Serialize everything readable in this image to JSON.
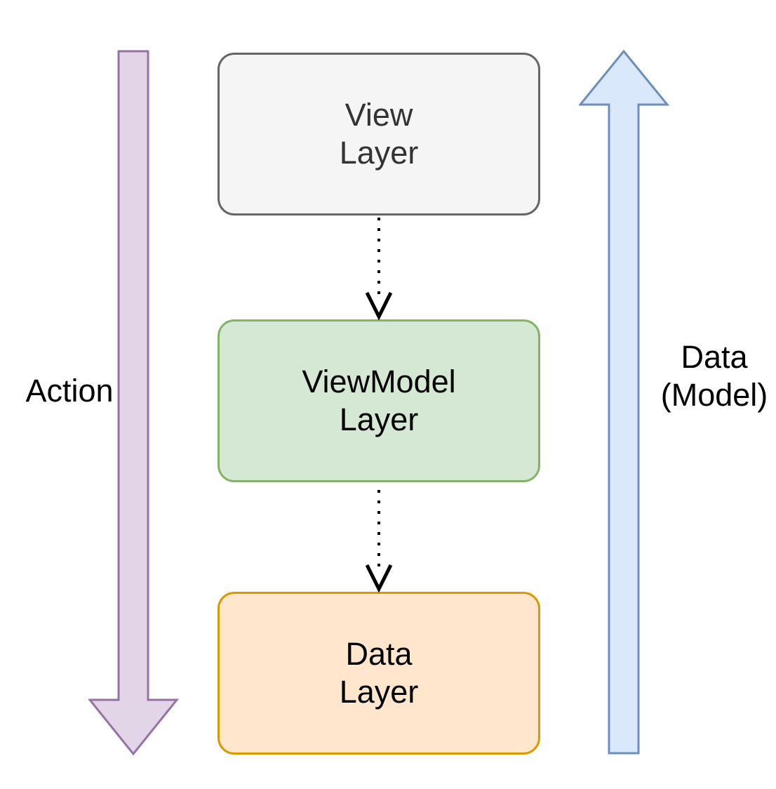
{
  "diagram": {
    "background": "#ffffff",
    "boxes": [
      {
        "name": "view-layer",
        "label": "View\nLayer",
        "fill": "#f5f5f5",
        "stroke": "#666666",
        "text_color": "#333333"
      },
      {
        "name": "viewmodel-layer",
        "label": "ViewModel\nLayer",
        "fill": "#d5e8d4",
        "stroke": "#82b366",
        "text_color": "#000000"
      },
      {
        "name": "data-layer",
        "label": "Data\nLayer",
        "fill": "#ffe6cc",
        "stroke": "#d79b00",
        "text_color": "#000000"
      }
    ],
    "connectors": [
      {
        "name": "view-to-viewmodel",
        "style": "dotted",
        "color": "#000000"
      },
      {
        "name": "viewmodel-to-data",
        "style": "dotted",
        "color": "#000000"
      }
    ],
    "flow_arrows": [
      {
        "name": "action-flow",
        "label": "Action",
        "direction": "down",
        "fill": "#e1d5e7",
        "stroke": "#9673a6",
        "label_color": "#000000"
      },
      {
        "name": "data-model-flow",
        "label": "Data\n(Model)",
        "direction": "up",
        "fill": "#dae8fc",
        "stroke": "#6c8ebf",
        "label_color": "#000000"
      }
    ]
  }
}
